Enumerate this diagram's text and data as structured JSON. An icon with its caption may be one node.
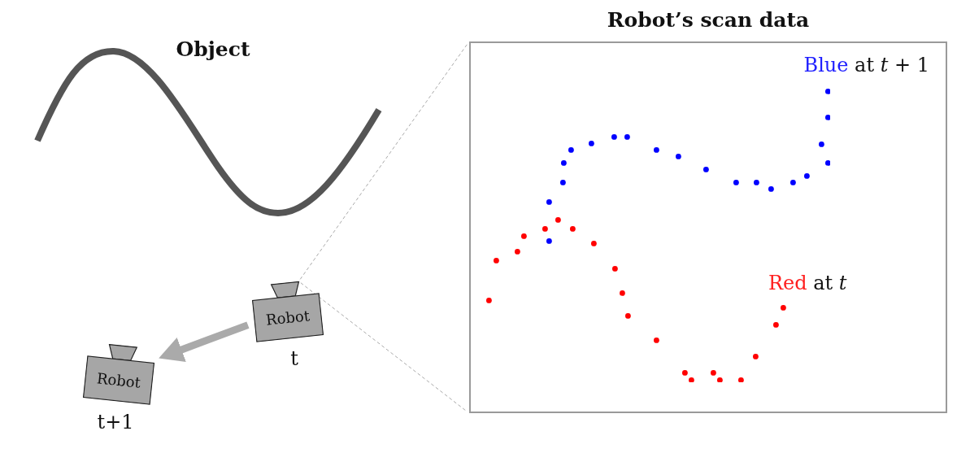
{
  "diagram": {
    "nodes": [
      {
        "text": [
          "Robot’s scan data"
        ]
      },
      {
        "text": [
          "Robot"
        ],
        "beside": [
          "t"
        ]
      },
      {
        "text": [
          "Robot"
        ],
        "beside": [
          "t+1"
        ]
      }
    ],
    "edges": [
      {
        "from": 1,
        "to": 2,
        "arrow": "to",
        "style": "thick"
      },
      {
        "from": 1,
        "to": 0,
        "arrow": "none",
        "style": "dashed"
      },
      {
        "from": 1,
        "to": 0,
        "arrow": "none",
        "style": "dashed"
      }
    ],
    "labels": [
      "Object",
      "Blue at *t* + 1",
      "Red at *t*"
    ]
  }
}
